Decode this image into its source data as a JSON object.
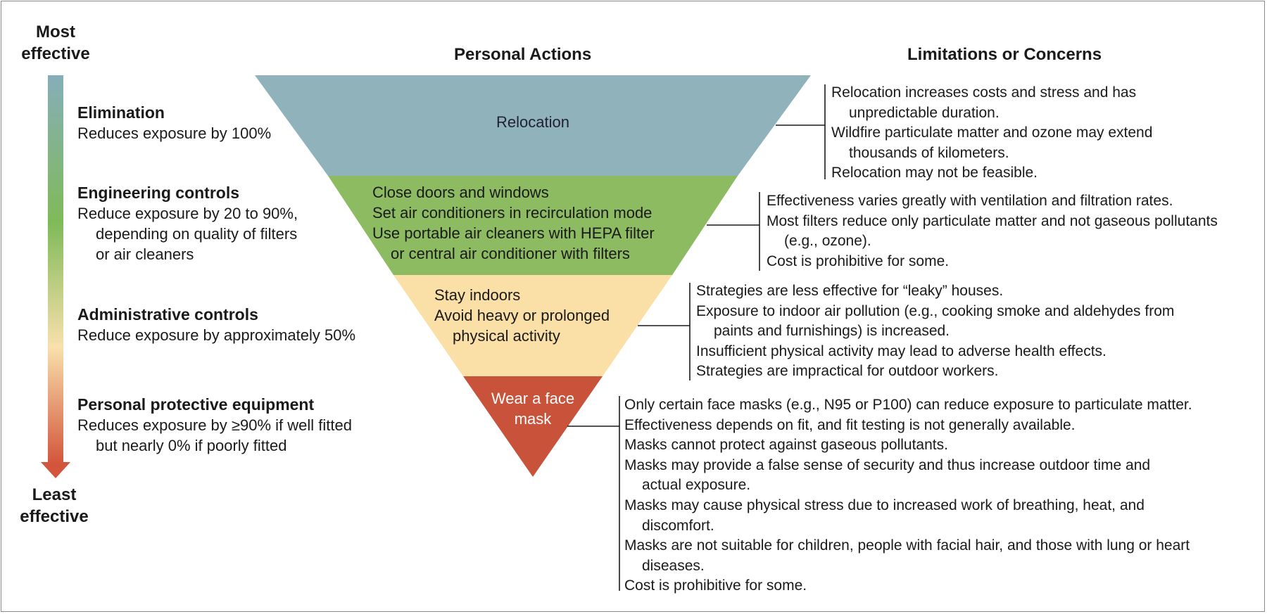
{
  "axis": {
    "top_label": [
      "Most",
      "effective"
    ],
    "bottom_label": [
      "Least",
      "effective"
    ]
  },
  "headers": {
    "actions": "Personal Actions",
    "limitations": "Limitations or Concerns"
  },
  "colors": {
    "relocation": "#8fb2bb",
    "engineering": "#8dbb61",
    "administrative": "#fadfa6",
    "ppe": "#c9533a"
  },
  "levels": [
    {
      "title": "Elimination",
      "desc_lines": [
        "Reduces exposure by 100%"
      ],
      "actions": [
        "Relocation"
      ],
      "limitations": [
        "Relocation increases costs and stress and has unpredictable duration.",
        "Wildfire particulate matter and ozone may extend thousands of kilometers.",
        "Relocation may not be feasible."
      ]
    },
    {
      "title": "Engineering controls",
      "desc_lines": [
        "Reduce exposure by 20 to 90%,",
        "depending on quality of filters",
        "or air cleaners"
      ],
      "actions": [
        "Close doors and windows",
        "Set air conditioners in recirculation mode",
        "Use portable air cleaners with HEPA filter",
        "or central air conditioner with filters"
      ],
      "limitations": [
        "Effectiveness varies greatly with ventilation and filtration rates.",
        "Most filters reduce only particulate matter and not gaseous pollutants (e.g., ozone).",
        "Cost is prohibitive for some."
      ]
    },
    {
      "title": "Administrative controls",
      "desc_lines": [
        "Reduce exposure by approximately 50%"
      ],
      "actions": [
        "Stay indoors",
        "Avoid heavy or prolonged",
        "physical activity"
      ],
      "limitations": [
        "Strategies are less effective for “leaky” houses.",
        "Exposure to indoor air pollution (e.g., cooking smoke and aldehydes from paints and furnishings) is increased.",
        "Insufficient physical activity may lead to adverse health effects.",
        "Strategies are impractical for outdoor workers."
      ]
    },
    {
      "title": "Personal protective equipment",
      "desc_lines": [
        "Reduces exposure by ≥90% if well fitted",
        "but nearly 0% if poorly fitted"
      ],
      "actions": [
        "Wear a face",
        "mask"
      ],
      "limitations": [
        "Only certain face masks (e.g., N95 or P100) can reduce exposure to particulate matter.",
        "Effectiveness depends on fit, and fit testing is not generally available.",
        "Masks cannot protect against gaseous pollutants.",
        "Masks may provide a false sense of security and thus increase outdoor time and actual exposure.",
        "Masks may cause physical stress due to increased work of breathing, heat, and discomfort.",
        "Masks are not suitable for children, people with facial hair, and those with lung or heart diseases.",
        "Cost is prohibitive for some."
      ]
    }
  ]
}
